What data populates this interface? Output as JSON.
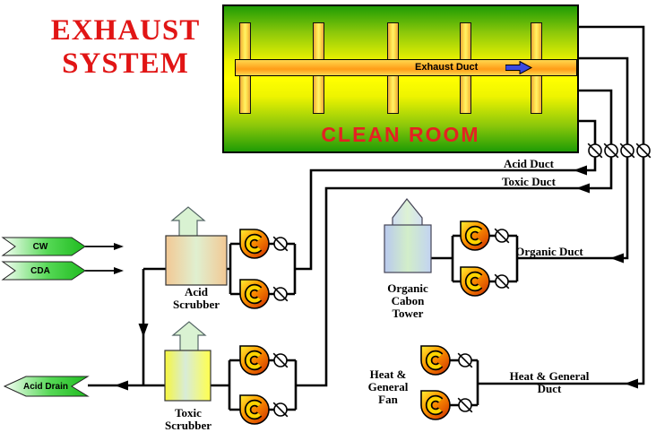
{
  "title": {
    "line1": "EXHAUST",
    "line2": "SYSTEM"
  },
  "clean_room": {
    "label": "CLEAN ROOM",
    "exhaust_duct_label": "Exhaust Duct"
  },
  "ducts": {
    "acid": "Acid Duct",
    "toxic": "Toxic Duct",
    "organic": "Organic Duct",
    "heat_general": "Heat & General Duct"
  },
  "equipment": {
    "acid_scrubber": {
      "lines": [
        "Acid",
        "Scrubber"
      ]
    },
    "toxic_scrubber": {
      "lines": [
        "Toxic",
        "Scrubber"
      ]
    },
    "organic_tower": {
      "lines": [
        "Organic",
        "Cabon",
        "Tower"
      ]
    },
    "heat_general_fan": {
      "lines": [
        "Heat &",
        "General",
        "Fan"
      ]
    }
  },
  "utilities": {
    "cw": "CW",
    "cda": "CDA"
  },
  "drain": {
    "acid_drain": "Acid Drain"
  },
  "colors": {
    "accent_red": "#e11515",
    "clean_room_green": "#1f9c05",
    "clean_room_yellow": "#ffff00",
    "duct_orange": "#ffab25",
    "fan_orange": "#ff9800",
    "fan_c_yellow": "#ffd400",
    "pipe_black": "#000000",
    "chevron_green": "#22c322",
    "exhaust_arrow_blue": "#3b49df"
  }
}
